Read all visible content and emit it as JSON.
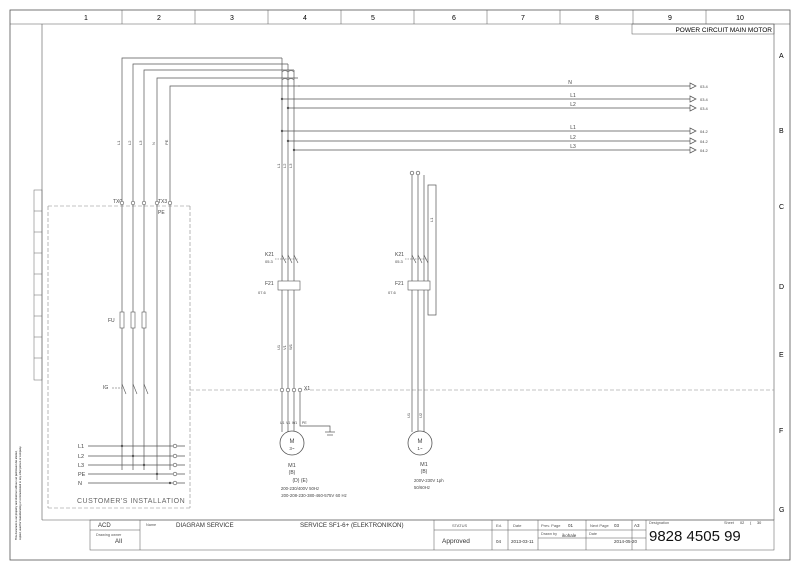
{
  "frame": {
    "columns": [
      "1",
      "2",
      "3",
      "4",
      "5",
      "6",
      "7",
      "8",
      "9",
      "10"
    ],
    "rows": [
      "A",
      "B",
      "C",
      "D",
      "E",
      "F",
      "G"
    ],
    "header_title": "POWER CIRCUIT MAIN MOTOR",
    "side_note_1": "This document is our property and shall not without our permission be altered,",
    "side_note_2": "copied, used for manufacturing or communicated to any other person or company."
  },
  "supply": {
    "labels": [
      "L1",
      "L2",
      "L3",
      "PE",
      "N"
    ],
    "customers_installation": "CUSTOMER'S INSTALLATION",
    "fuse_label": "FU",
    "isolator_label": "IG",
    "terminal_1": "TX0",
    "terminal_2": "TX3",
    "terminal_3": "PE",
    "vertical_labels": [
      "L1",
      "L2",
      "L3",
      "N",
      "PE"
    ]
  },
  "busbars": [
    {
      "label": "N",
      "ref": "03.4"
    },
    {
      "label": "L1",
      "ref": "03.4"
    },
    {
      "label": "L2",
      "ref": "03.4"
    },
    {
      "label": "L1",
      "ref": "04.2"
    },
    {
      "label": "L2",
      "ref": "04.2"
    },
    {
      "label": "L3",
      "ref": "04.2"
    }
  ],
  "motor_left": {
    "contactor": "K21",
    "contactor_ref": "05.3",
    "overload": "F21",
    "overload_ref": "07.6",
    "wire_labels_top": [
      "L1",
      "L2",
      "L3"
    ],
    "wire_labels_bottom": [
      "U1",
      "V1",
      "W1"
    ],
    "terminal_block": "X1",
    "motor_terminals": [
      "U1",
      "V1",
      "W1",
      "PE"
    ],
    "motor_name": "M",
    "motor_phase": "3~",
    "motor_id": "M1",
    "motor_variant": "(B)",
    "motor_variant_2": "(D) (E)",
    "voltage_line_1": "200-230/400V 50Hz",
    "voltage_line_2": "200-208-230-380-460-575V 60 Hz"
  },
  "motor_right": {
    "contactor": "K21",
    "contactor_ref": "05.3",
    "overload": "F21",
    "overload_ref": "07.6",
    "wire_labels": [
      "U1",
      "U2"
    ],
    "bridge_label": "L1",
    "motor_name": "M",
    "motor_phase": "1~",
    "motor_id": "M1",
    "motor_variant": "(B)",
    "voltage_line_1": "200V-230V 1ph",
    "voltage_line_2": "50/60Hz"
  },
  "title_block": {
    "acd": "ACD",
    "drawing_owner_label": "Drawing owner",
    "drawing_owner": "AII",
    "name_label": "Name",
    "name": "DIAGRAM SERVICE",
    "description": "SERVICE SF1-6+ (ELEKTRONIKON)",
    "status_label": "STATUS",
    "status": "Approved",
    "ed_label": "Ed.",
    "ed": "04",
    "date_label": "Date",
    "date": "2013-03-11",
    "prev_page_label": "Prev. Page",
    "prev_page": "01",
    "next_page_label": "Next Page",
    "next_page": "03",
    "size": "A3",
    "drawn_by_label": "Drawn by",
    "drawn_by": "ikohale",
    "date2_label": "Date",
    "date2": "2014-05-20",
    "designation_label": "Designation",
    "designation": "9828 4505 99",
    "sheet_label": "Sheet",
    "sheet": "02",
    "sheet_sep": "(",
    "sheet_total": "30"
  }
}
